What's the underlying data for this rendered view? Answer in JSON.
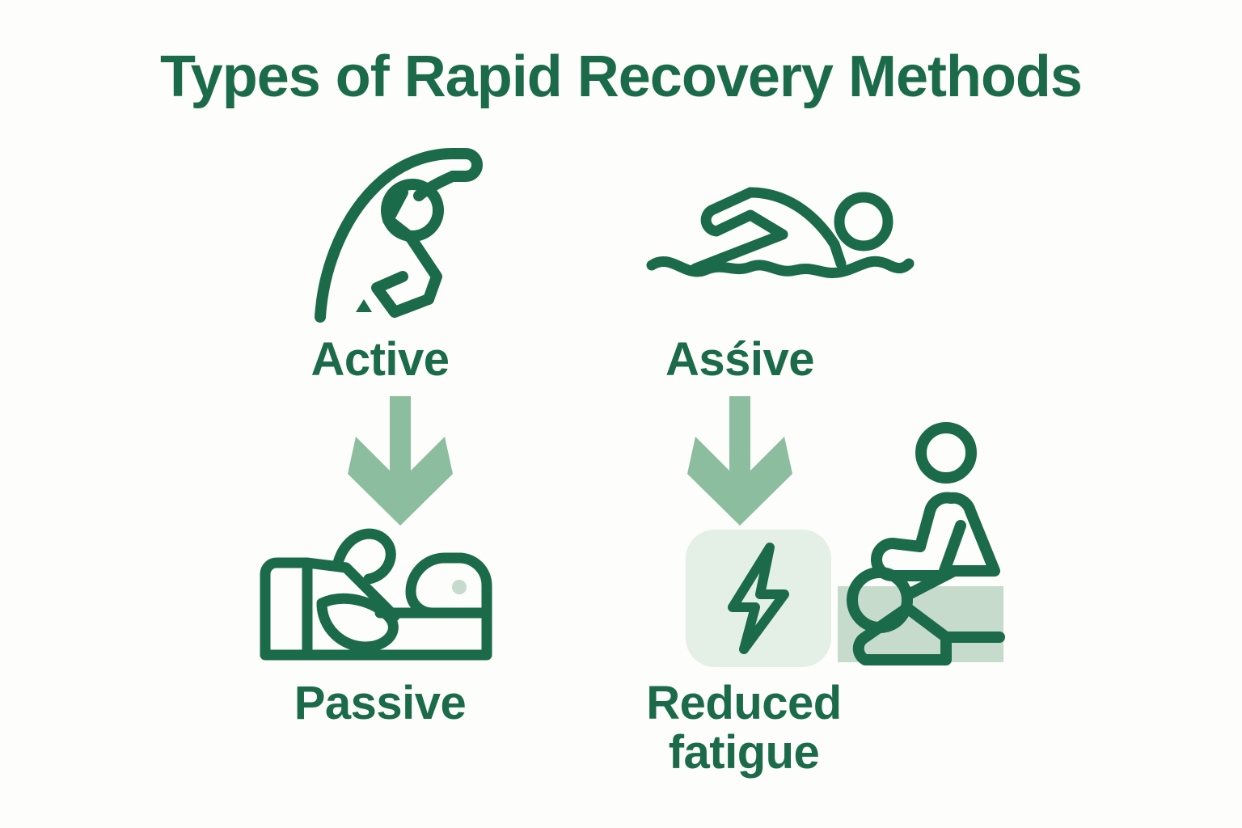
{
  "page": {
    "background_color": "#fdfdfb",
    "primary_color": "#1b6b4b",
    "arrow_color": "#8cbd9f",
    "tint_light": "#e4efe6",
    "tint_medium": "#c6dbcb"
  },
  "header": {
    "title": "Types of Rapid Recovery Methods"
  },
  "columns": [
    {
      "id": "left",
      "top": {
        "label": "Active",
        "icon": "stretching-person-icon"
      },
      "arrow": {
        "icon": "arrow-down-icon",
        "direction": "down"
      },
      "bottom": {
        "label": "Passive",
        "icon": "person-resting-in-bed-icon"
      }
    },
    {
      "id": "right",
      "top": {
        "label": "Asśive",
        "icon": "swimmer-icon"
      },
      "arrow": {
        "icon": "arrow-down-icon",
        "direction": "down"
      },
      "bottom": {
        "label_line1": "Reduced",
        "label_line2": "fatigue",
        "icon_primary": "lightning-bolt-icon",
        "icon_secondary": "massage-therapy-icon"
      }
    }
  ]
}
